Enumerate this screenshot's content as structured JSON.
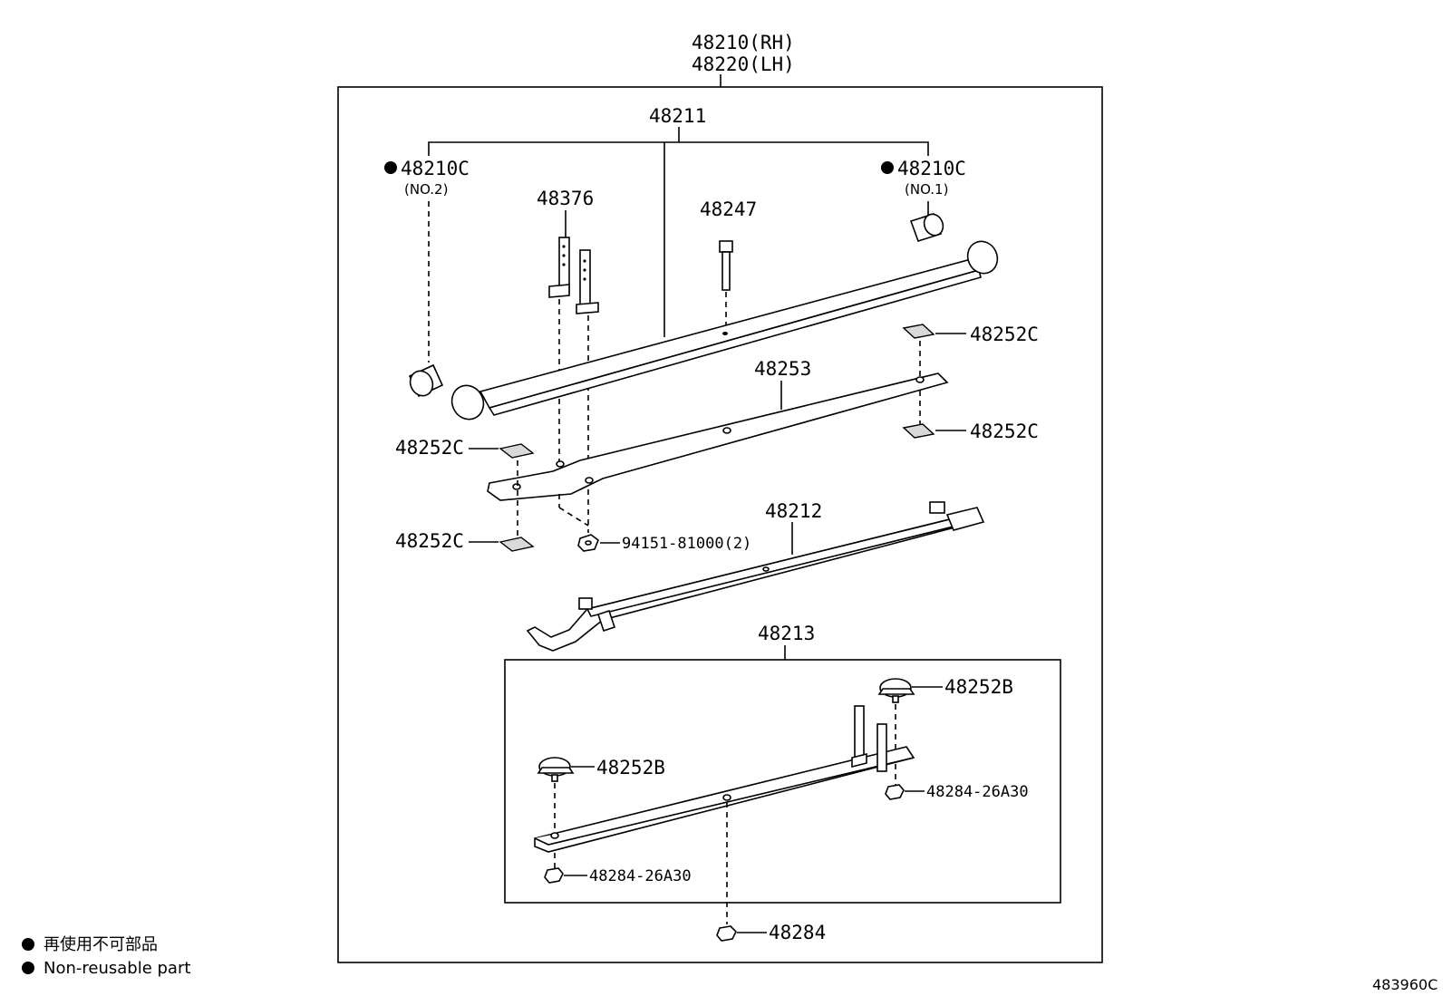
{
  "assembly": {
    "rh": "48210(RH)",
    "lh": "48220(LH)"
  },
  "parts": {
    "leaf_no1_assy": "48211",
    "bush_no2": {
      "code": "48210C",
      "note": "(NO.2)"
    },
    "bush_no1": {
      "code": "48210C",
      "note": "(NO.1)"
    },
    "clip": "48376",
    "center_bolt": "48247",
    "leaf_no2": "48253",
    "insert_right_upper": "48252C",
    "insert_right_lower": "48252C",
    "insert_left_upper": "48252C",
    "insert_left_lower": "48252C",
    "nut_clip": "94151-81000(2)",
    "leaf_no3": "48212",
    "leaf_no4_group": "48213",
    "bumper_right": "48252B",
    "bumper_left": "48252B",
    "nut_right": "48284-26A30",
    "nut_left": "48284-26A30",
    "center_nut": "48284"
  },
  "legend": {
    "jp": "再使用不可部品",
    "en": "Non-reusable part"
  },
  "figure_code": "483960C",
  "colors": {
    "line": "#000000",
    "background": "#ffffff",
    "shade": "#d9d9d9"
  }
}
